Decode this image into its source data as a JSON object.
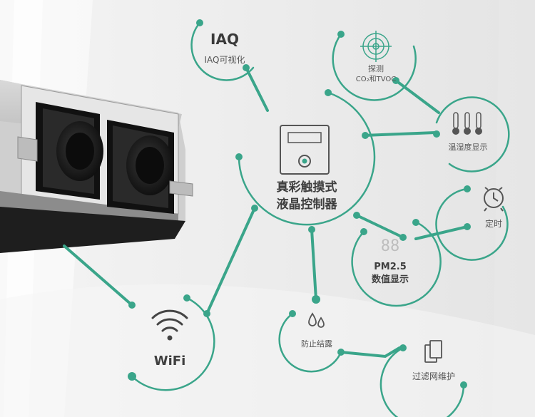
{
  "colors": {
    "accent": "#3aa58a",
    "background": "#eeeeee",
    "text": "#444444"
  },
  "nodes": {
    "iaq": {
      "title": "IAQ",
      "subtitle": "IAQ可视化",
      "icon": "text-iaq"
    },
    "detect": {
      "line1": "探测",
      "line2": "CO₂和TVOC",
      "icon": "crosshair-target-icon"
    },
    "temp": {
      "label": "温湿度显示",
      "icon": "thermometer-icon"
    },
    "controller": {
      "line1": "真彩触摸式",
      "line2": "液晶控制器",
      "icon": "touch-panel-icon"
    },
    "timer": {
      "label": "定时",
      "icon": "alarm-clock-icon"
    },
    "pm": {
      "digits": "88",
      "line1": "PM2.5",
      "line2": "数值显示",
      "icon": "seven-segment-icon"
    },
    "wifi": {
      "label": "WiFi",
      "icon": "wifi-icon"
    },
    "anti": {
      "label": "防止结露",
      "icon": "water-drops-icon"
    },
    "filter": {
      "label": "过滤网维护",
      "icon": "filter-sheets-icon"
    }
  }
}
